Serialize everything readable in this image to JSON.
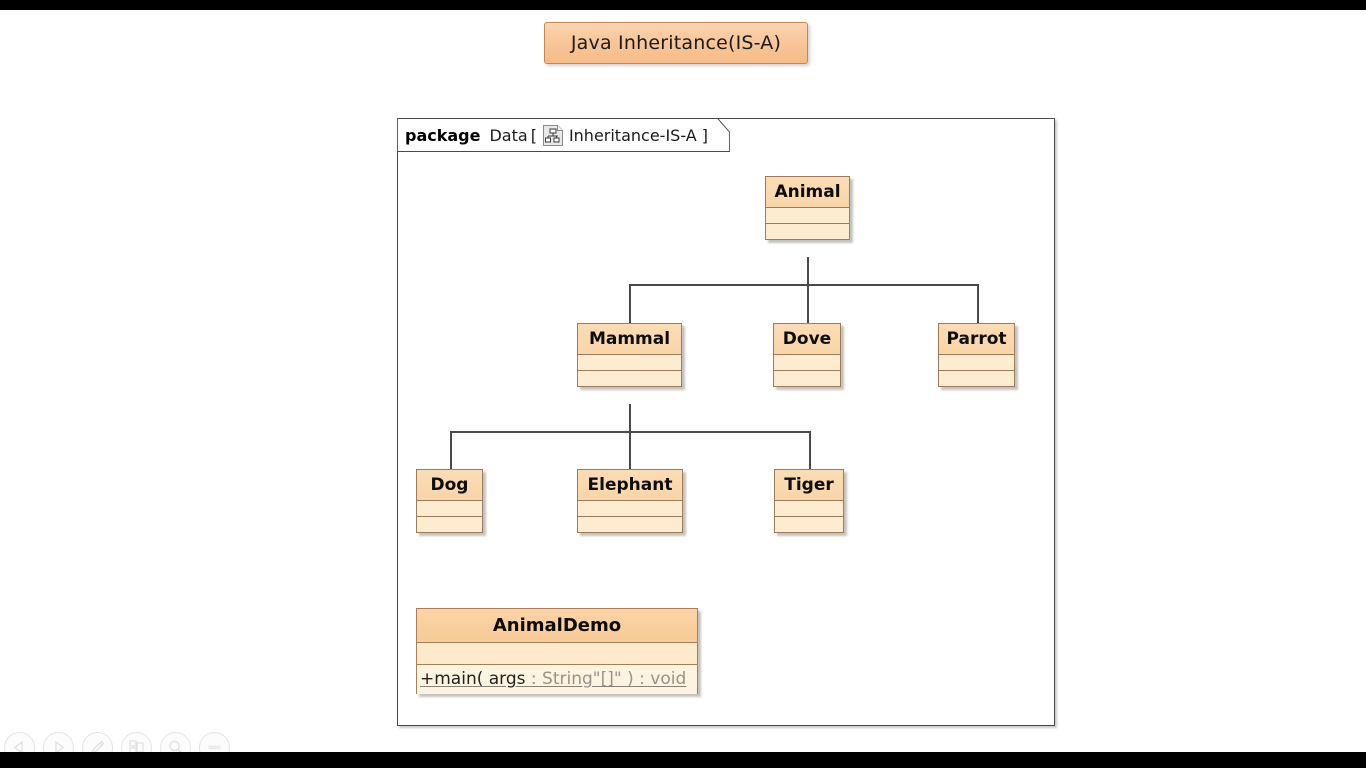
{
  "window": {
    "title_banner": "Java Inheritance(IS-A)",
    "banner_bg": "#f9c99d",
    "banner_border": "#c8864c",
    "canvas_bg": "#ffffff",
    "letterbox_color": "#000000"
  },
  "package": {
    "keyword": "package",
    "name": "Data",
    "bracket_open": "[",
    "bracket_close": "]",
    "diagram_icon": "class-diagram-icon",
    "diagram_name": "Inheritance-IS-A",
    "border_color": "#4a4a4a"
  },
  "diagram": {
    "type": "uml-class-diagram",
    "relationship": "generalization",
    "class_fill": "#fdeccf",
    "class_header_fill": "#f9d5a8",
    "class_border": "#9a7b5c",
    "connector_color": "#4a4a4a",
    "classes": [
      {
        "id": "animal",
        "name": "Animal",
        "compartments": 2,
        "methods": []
      },
      {
        "id": "mammal",
        "name": "Mammal",
        "compartments": 2,
        "methods": []
      },
      {
        "id": "dove",
        "name": "Dove",
        "compartments": 2,
        "methods": []
      },
      {
        "id": "parrot",
        "name": "Parrot",
        "compartments": 2,
        "methods": []
      },
      {
        "id": "dog",
        "name": "Dog",
        "compartments": 2,
        "methods": []
      },
      {
        "id": "elephant",
        "name": "Elephant",
        "compartments": 2,
        "methods": []
      },
      {
        "id": "tiger",
        "name": "Tiger",
        "compartments": 2,
        "methods": []
      },
      {
        "id": "animaldemo",
        "name": "AnimalDemo",
        "compartments": 1,
        "methods": [
          {
            "signature": "+main( args : String\"[]\" ) : void",
            "visibility": "+",
            "static": true,
            "prefix": "+main( args",
            "suffix": " : String\"[]\" ) : void"
          }
        ]
      }
    ],
    "generalizations": [
      {
        "from": "Mammal",
        "to": "Animal"
      },
      {
        "from": "Dove",
        "to": "Animal"
      },
      {
        "from": "Parrot",
        "to": "Animal"
      },
      {
        "from": "Dog",
        "to": "Mammal"
      },
      {
        "from": "Elephant",
        "to": "Mammal"
      },
      {
        "from": "Tiger",
        "to": "Mammal"
      }
    ]
  },
  "toolbar": {
    "buttons": [
      {
        "id": "back",
        "icon": "back-triangle-icon",
        "label": "Back"
      },
      {
        "id": "forward",
        "icon": "forward-triangle-icon",
        "label": "Forward"
      },
      {
        "id": "edit",
        "icon": "pencil-icon",
        "label": "Edit"
      },
      {
        "id": "layers",
        "icon": "layers-icon",
        "label": "Layers"
      },
      {
        "id": "search",
        "icon": "magnifier-icon",
        "label": "Search"
      },
      {
        "id": "more",
        "icon": "more-dots-icon",
        "label": "More"
      }
    ]
  }
}
